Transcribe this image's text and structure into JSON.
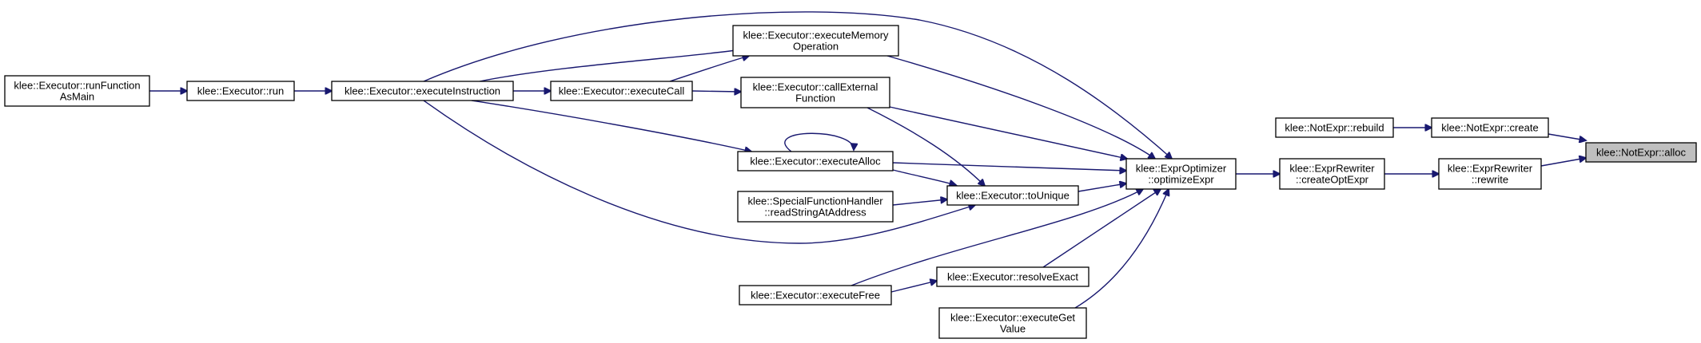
{
  "graph": {
    "title": "",
    "nodes": {
      "runFunctionAsMain": [
        "klee::Executor::runFunction",
        "AsMain"
      ],
      "run": [
        "klee::Executor::run"
      ],
      "executeInstruction": [
        "klee::Executor::executeInstruction"
      ],
      "executeCall": [
        "klee::Executor::executeCall"
      ],
      "executeMemoryOperation": [
        "klee::Executor::executeMemory",
        "Operation"
      ],
      "callExternalFunction": [
        "klee::Executor::callExternal",
        "Function"
      ],
      "executeAlloc": [
        "klee::Executor::executeAlloc"
      ],
      "readStringAtAddress": [
        "klee::SpecialFunctionHandler",
        "::readStringAtAddress"
      ],
      "toUnique": [
        "klee::Executor::toUnique"
      ],
      "executeFree": [
        "klee::Executor::executeFree"
      ],
      "resolveExact": [
        "klee::Executor::resolveExact"
      ],
      "executeGetValue": [
        "klee::Executor::executeGet",
        "Value"
      ],
      "optimizeExpr": [
        "klee::ExprOptimizer",
        "::optimizeExpr"
      ],
      "createOptExpr": [
        "klee::ExprRewriter",
        "::createOptExpr"
      ],
      "notExprRebuild": [
        "klee::NotExpr::rebuild"
      ],
      "notExprCreate": [
        "klee::NotExpr::create"
      ],
      "exprRewriterRewrite": [
        "klee::ExprRewriter",
        "::rewrite"
      ],
      "notExprAlloc": [
        "klee::NotExpr::alloc"
      ]
    },
    "edges": [
      [
        "runFunctionAsMain",
        "run"
      ],
      [
        "run",
        "executeInstruction"
      ],
      [
        "executeInstruction",
        "executeCall"
      ],
      [
        "executeInstruction",
        "executeMemoryOperation"
      ],
      [
        "executeInstruction",
        "executeAlloc"
      ],
      [
        "executeInstruction",
        "toUnique"
      ],
      [
        "executeInstruction",
        "optimizeExpr"
      ],
      [
        "executeCall",
        "executeMemoryOperation"
      ],
      [
        "executeCall",
        "callExternalFunction"
      ],
      [
        "executeMemoryOperation",
        "optimizeExpr"
      ],
      [
        "callExternalFunction",
        "optimizeExpr"
      ],
      [
        "callExternalFunction",
        "toUnique"
      ],
      [
        "executeAlloc",
        "executeAlloc"
      ],
      [
        "executeAlloc",
        "optimizeExpr"
      ],
      [
        "executeAlloc",
        "toUnique"
      ],
      [
        "readStringAtAddress",
        "toUnique"
      ],
      [
        "toUnique",
        "optimizeExpr"
      ],
      [
        "executeFree",
        "optimizeExpr"
      ],
      [
        "executeFree",
        "resolveExact"
      ],
      [
        "resolveExact",
        "optimizeExpr"
      ],
      [
        "executeGetValue",
        "optimizeExpr"
      ],
      [
        "optimizeExpr",
        "createOptExpr"
      ],
      [
        "createOptExpr",
        "exprRewriterRewrite"
      ],
      [
        "exprRewriterRewrite",
        "notExprAlloc"
      ],
      [
        "notExprRebuild",
        "notExprCreate"
      ],
      [
        "notExprCreate",
        "notExprAlloc"
      ]
    ],
    "highlighted_node": "notExprAlloc",
    "colors": {
      "edge": "#191970",
      "node_border": "#000000",
      "node_fill": "#ffffff",
      "highlight_fill": "#bfbfbf"
    }
  }
}
